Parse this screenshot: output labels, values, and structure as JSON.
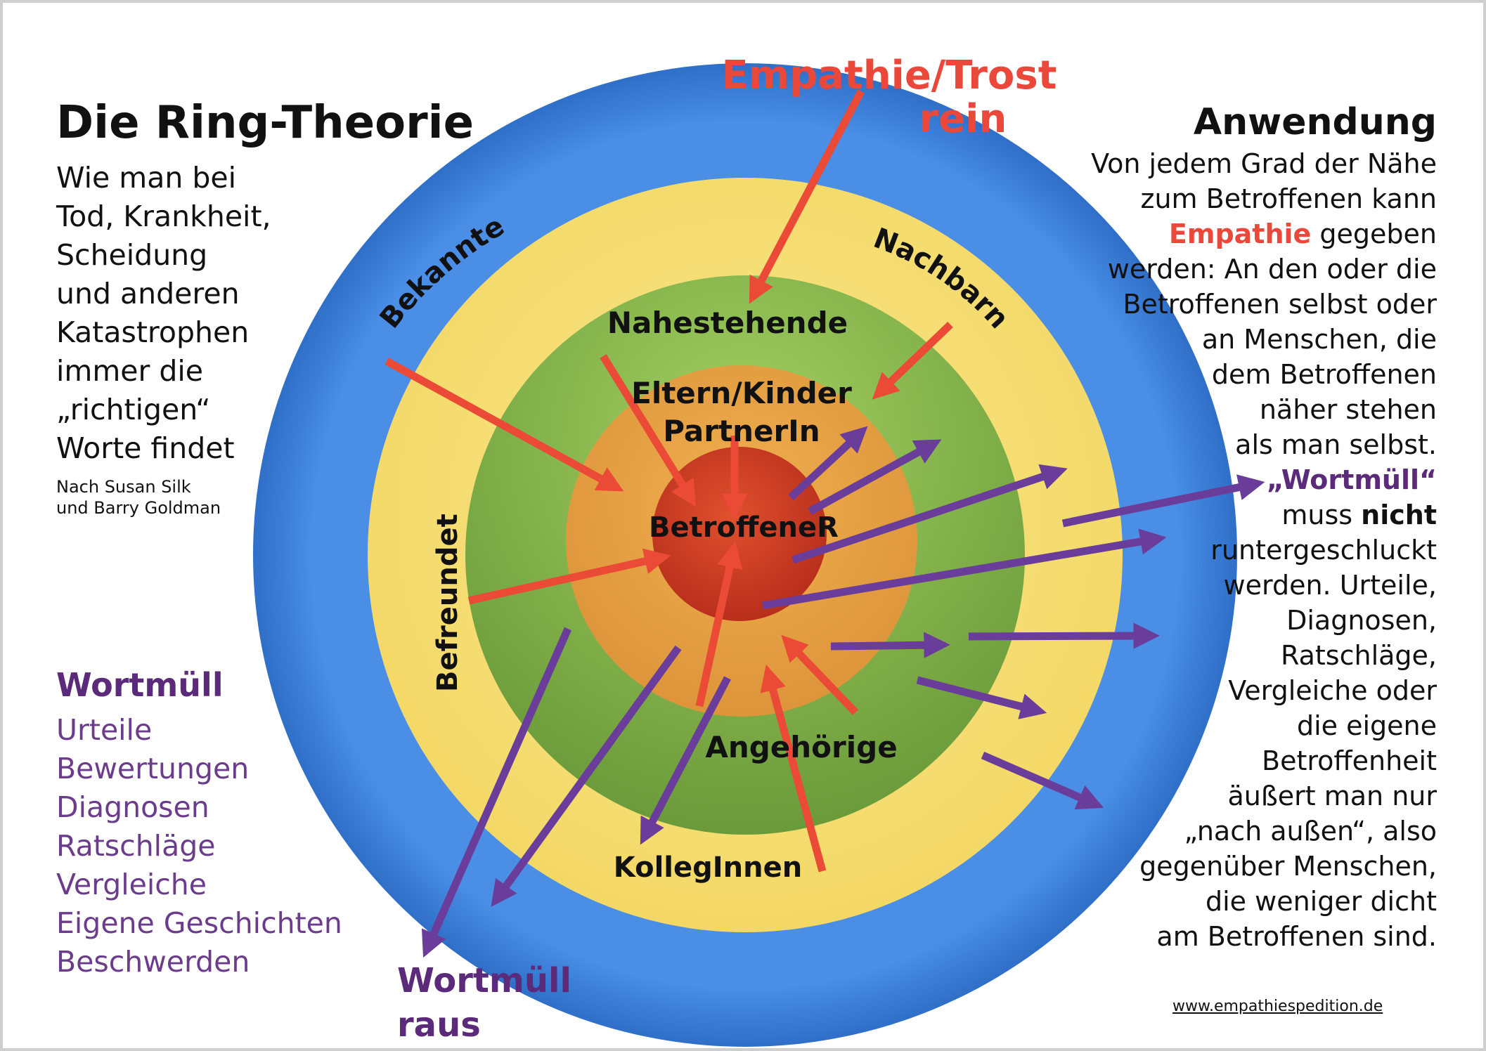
{
  "title": "Die Ring-Theorie",
  "subtitle_lines": [
    "Wie man bei",
    "Tod, Krankheit,",
    "Scheidung",
    "und anderen",
    "Katastrophen",
    "immer die",
    "„richtigen“",
    "Worte findet"
  ],
  "credit_lines": [
    "Nach Susan Silk",
    "und Barry Goldman"
  ],
  "wortmuell_left": {
    "title": "Wortmüll",
    "items": [
      "Urteile",
      "Bewertungen",
      "Diagnosen",
      "Ratschläge",
      "Vergleiche",
      "Eigene Geschichten",
      "Beschwerden"
    ]
  },
  "empathie_top": {
    "line1": "Empathie/Trost",
    "line2": "rein"
  },
  "wortmuell_bottom": {
    "line1": "Wortmüll",
    "line2": "raus"
  },
  "rings": {
    "outer": "Bekannte",
    "yellow_right": "Nachbarn",
    "yellow_left": "Befreundet",
    "yellow_bottom": "KollegInnen",
    "green_top": "Nahestehende",
    "green_bottom": "Angehörige",
    "orange_line1": "Eltern/Kinder",
    "orange_line2": "PartnerIn",
    "center": "BetroffeneR"
  },
  "anwendung": {
    "title": "Anwendung",
    "line1": "Von jedem Grad der Nähe",
    "line2": "zum Betroffenen kann",
    "line3_red": "Empathie",
    "line3_rest": " gegeben",
    "line4": "werden: An den oder die",
    "line5": "Betroffenen selbst oder",
    "line6": "an Menschen, die",
    "line7": "dem Betroffenen",
    "line8": "näher stehen",
    "line9": "als man selbst.",
    "line10_purple": "„Wortmüll“",
    "line11_pre": "muss ",
    "line11_bold": "nicht",
    "lines_rest": [
      "runtergeschluckt",
      "werden. Urteile,",
      "Diagnosen,",
      "Ratschläge,",
      "Vergleiche oder",
      "die eigene",
      "Betroffenheit",
      "äußert man nur",
      "„nach außen“, also",
      "gegenüber Menschen,",
      "die weniger dicht",
      "am Betroffenen sind."
    ]
  },
  "url": "www.empathiespedition.de",
  "colors": {
    "blue": "#3a7fdc",
    "yellow": "#f6df7a",
    "green": "#8fc050",
    "orange": "#e9a446",
    "center_red": "#cc3a22",
    "arrow_red": "#ea4a36",
    "arrow_purple": "#6a3d9a",
    "text_purple": "#5b2a7a"
  }
}
